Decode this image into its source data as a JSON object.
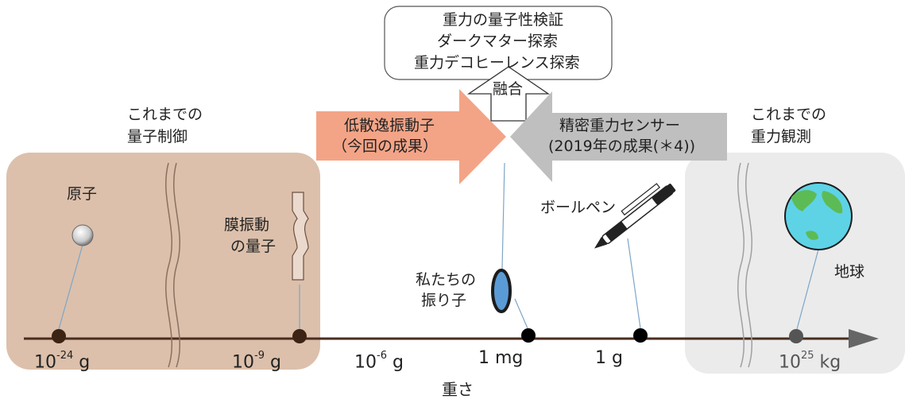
{
  "goals": {
    "line1": "重力の量子性検証",
    "line2": "ダークマター探索",
    "line3": "重力デコヒーレンス探索"
  },
  "fusion_label": "融合",
  "left_group": {
    "line1": "これまでの",
    "line2": "量子制御"
  },
  "right_group": {
    "line1": "これまでの",
    "line2": "重力観測"
  },
  "arrow_left": {
    "line1": "低散逸振動子",
    "line2": "（今回の成果）"
  },
  "arrow_right": {
    "line1": "精密重力センサー",
    "line2": "(2019年の成果(＊4))"
  },
  "objects": {
    "atom": "原子",
    "membrane": {
      "line1": "膜振動",
      "line2": "の量子"
    },
    "pendulum": {
      "line1": "私たちの",
      "line2": "振り子"
    },
    "pen": "ボールペン",
    "earth": "地球"
  },
  "axis": {
    "title": "重さ",
    "ticks": [
      {
        "base": "10",
        "exp": "-24",
        "unit": " g"
      },
      {
        "base": "10",
        "exp": "-9",
        "unit": " g"
      },
      {
        "base": "10",
        "exp": "-6",
        "unit": " g"
      },
      {
        "base": "",
        "exp": "",
        "unit": "1 mg"
      },
      {
        "base": "",
        "exp": "",
        "unit": "1 g"
      },
      {
        "base": "10",
        "exp": "25",
        "unit": " kg"
      }
    ]
  },
  "colors": {
    "left_panel": "#dcc0ab",
    "right_panel": "#eeeeee",
    "arrow_orange": "#f3a487",
    "arrow_gray": "#bfbfbf",
    "axis_line": "#4a2d1e",
    "dot_dark": "#3d2314",
    "dot_black": "#000000"
  }
}
